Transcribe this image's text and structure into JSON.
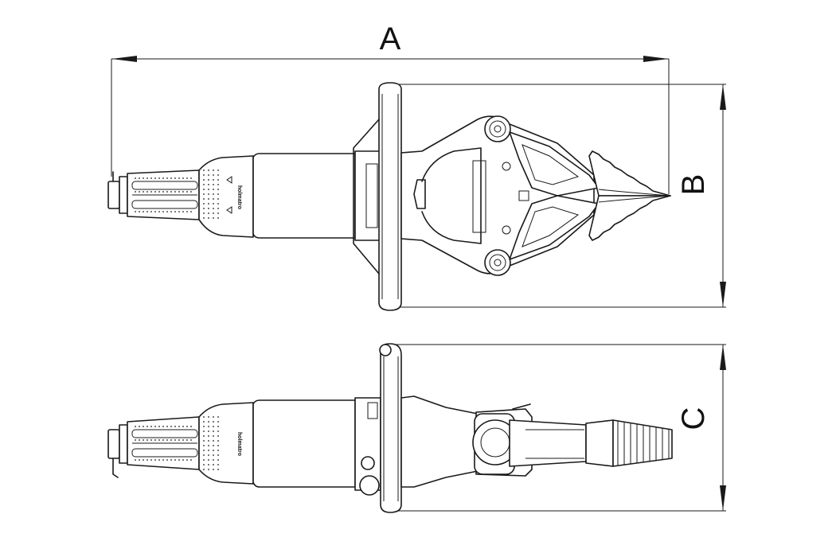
{
  "dimensions": {
    "a": "A",
    "b": "B",
    "c": "C"
  },
  "tool": {
    "brand_top": "holmatro",
    "brand_bottom": "holmatro"
  }
}
